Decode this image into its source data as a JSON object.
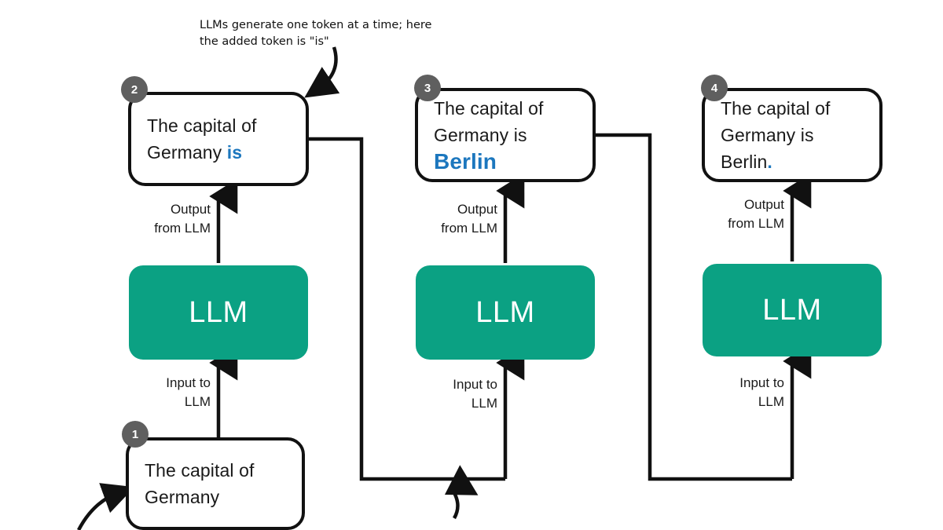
{
  "diagram": {
    "title": "LLM autoregressive token generation loop",
    "colors": {
      "llm_block": "#0ba183",
      "token_highlight": "#1c77be",
      "badge": "#5f5f5f",
      "stroke": "#111111",
      "background": "#ffffff"
    },
    "annotation": {
      "text": "LLMs generate one token at a time; here\nthe added token is \"is\""
    },
    "badges": [
      {
        "label": "1"
      },
      {
        "label": "2"
      },
      {
        "label": "3"
      },
      {
        "label": "4"
      }
    ],
    "boxes": [
      {
        "id": "box-1",
        "badge": "1",
        "line1": "The capital of",
        "line2": "Germany",
        "highlight": "",
        "full_text": "The capital of Germany"
      },
      {
        "id": "box-2",
        "badge": "2",
        "line1": "The capital of",
        "line2": "Germany ",
        "highlight": "is",
        "full_text": "The capital of Germany is"
      },
      {
        "id": "box-3",
        "badge": "3",
        "line1": "The capital of",
        "line2": "Germany is ",
        "highlight": "Berlin",
        "full_text": "The capital of Germany is Berlin"
      },
      {
        "id": "box-4",
        "badge": "4",
        "line1": "The capital of",
        "line2": "Germany is Berlin",
        "highlight": ".",
        "full_text": "The capital of Germany is Berlin."
      }
    ],
    "llm_blocks": [
      {
        "label": "LLM"
      },
      {
        "label": "LLM"
      },
      {
        "label": "LLM"
      }
    ],
    "captions": {
      "output": "Output\nfrom LLM",
      "input": "Input to\nLLM"
    },
    "columns": [
      {
        "output_caption": "Output\nfrom LLM",
        "input_caption": "Input to\nLLM"
      },
      {
        "output_caption": "Output\nfrom LLM",
        "input_caption": "Input to\nLLM"
      },
      {
        "output_caption": "Output\nfrom LLM",
        "input_caption": "Input to\nLLM"
      }
    ]
  }
}
